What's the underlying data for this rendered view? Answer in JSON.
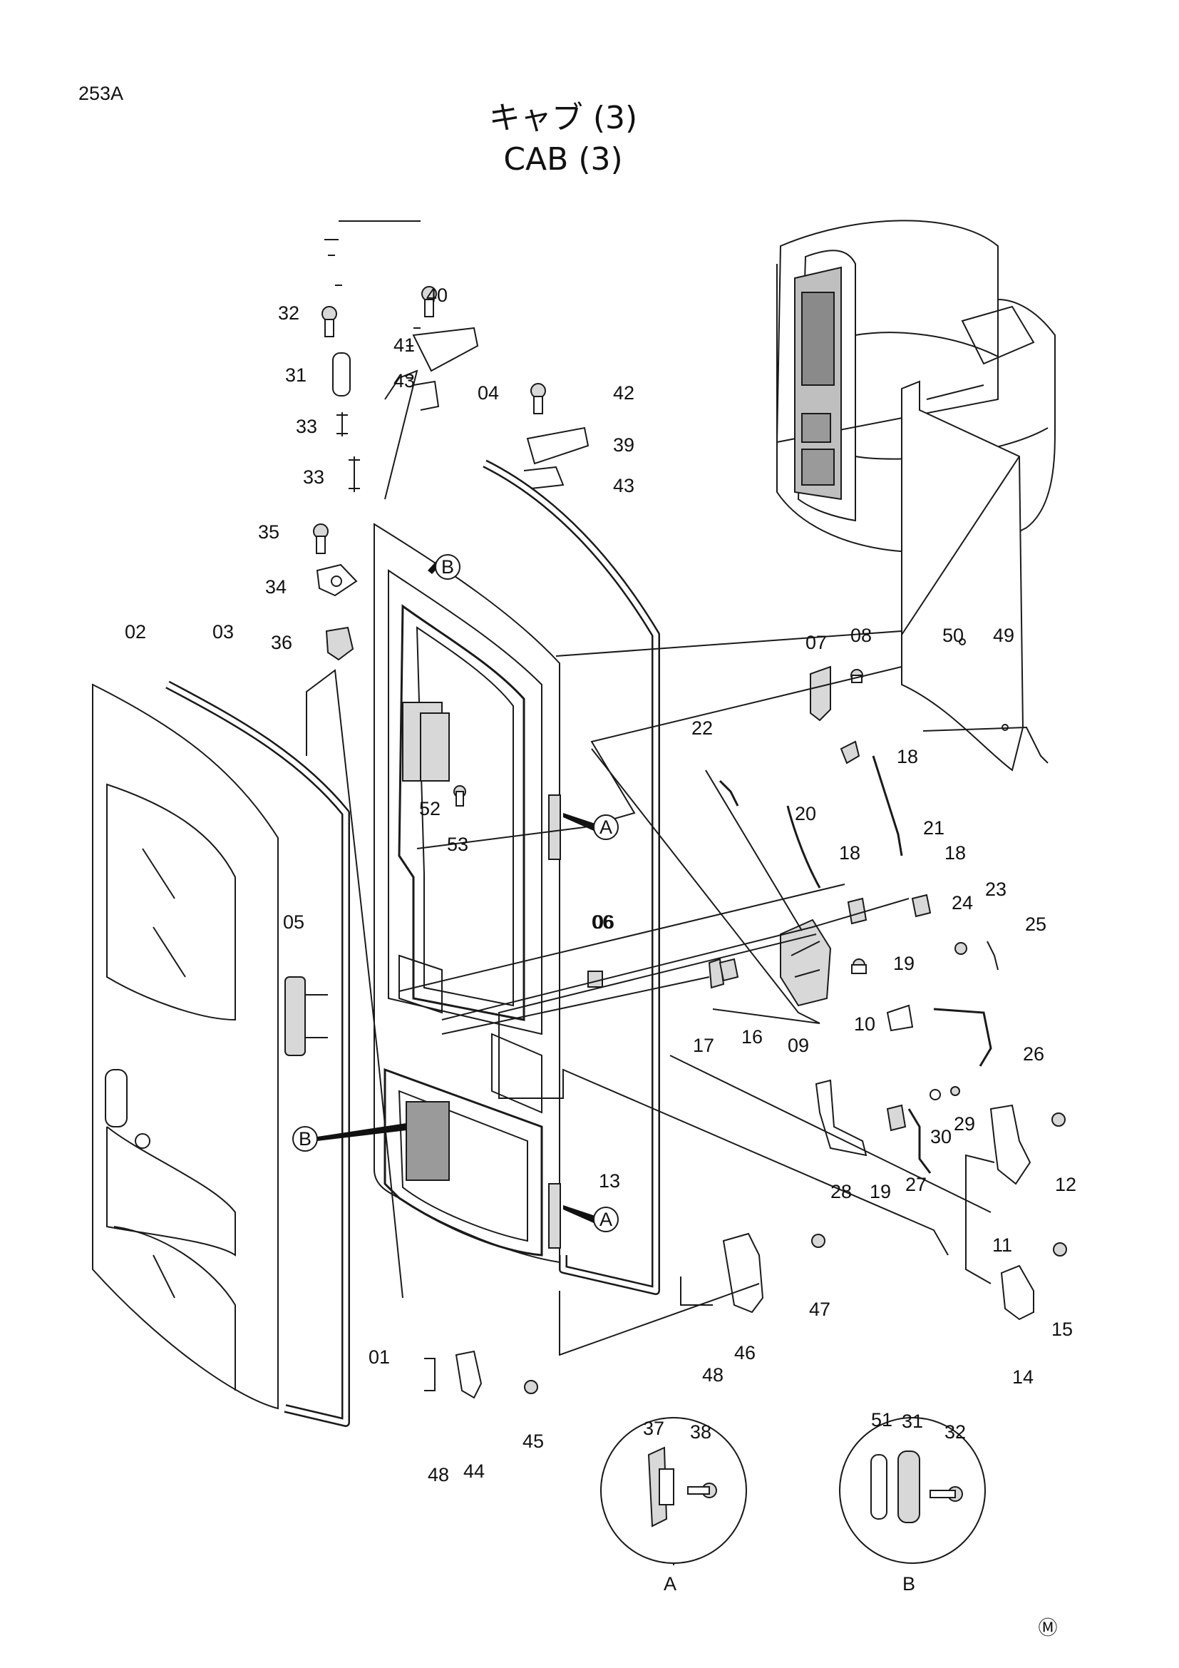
{
  "page": {
    "page_code": "253A",
    "title_jp": "キャブ (3)",
    "title_en": "CAB (3)",
    "mark": "Ⓜ"
  },
  "views": {
    "a_label": "A",
    "b_label": "B"
  },
  "parts": [
    "01",
    "02",
    "03",
    "04",
    "05",
    "06",
    "07",
    "08",
    "09",
    "10",
    "11",
    "12",
    "13",
    "14",
    "15",
    "16",
    "17",
    "18",
    "19",
    "20",
    "21",
    "22",
    "23",
    "24",
    "25",
    "26",
    "27",
    "28",
    "29",
    "30",
    "31",
    "32",
    "33",
    "34",
    "35",
    "36",
    "37",
    "38",
    "39",
    "40",
    "41",
    "42",
    "43",
    "44",
    "45",
    "46",
    "47",
    "48",
    "49",
    "50",
    "51",
    "52",
    "53"
  ]
}
